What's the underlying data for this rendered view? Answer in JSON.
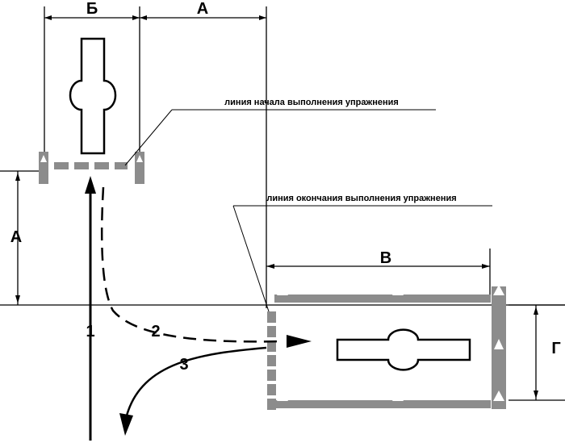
{
  "labels": {
    "dim_b": "Б",
    "dim_a_top": "А",
    "dim_a_left": "А",
    "dim_v": "В",
    "dim_g": "Г",
    "start_line": "линия начала выполнения упражнения",
    "end_line": "линия окончания выполнения упражнения",
    "path_1": "1",
    "path_2": "2",
    "path_3": "3"
  },
  "colors": {
    "line": "#000000",
    "marker_gray": "#8c8c8c",
    "cone_white": "#ffffff"
  }
}
